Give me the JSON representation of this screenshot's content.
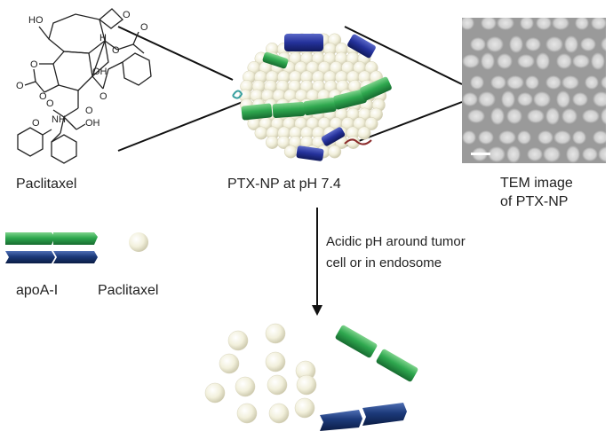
{
  "labels": {
    "paclitaxel_structure": "Paclitaxel",
    "nanoparticle": "PTX-NP at pH 7.4",
    "tem_line1": "TEM image",
    "tem_line2": "of PTX-NP",
    "legend_apoa1": "apoA-I",
    "legend_paclitaxel": "Paclitaxel",
    "condition_line1": "Acidic pH around tumor",
    "condition_line2": "cell or in endosome"
  },
  "molecule_atoms": [
    "HO",
    "O",
    "H",
    "O",
    "O",
    "O",
    "O",
    "O",
    "OH",
    "O",
    "O",
    "O",
    "NH",
    "O",
    "OH"
  ],
  "colors": {
    "apoa1_green": "#2fa84f",
    "apoa1_navy": "#1c3a7a",
    "paclitaxel_bead": "#f2f0dc",
    "tem_background": "#9a9a9a"
  }
}
